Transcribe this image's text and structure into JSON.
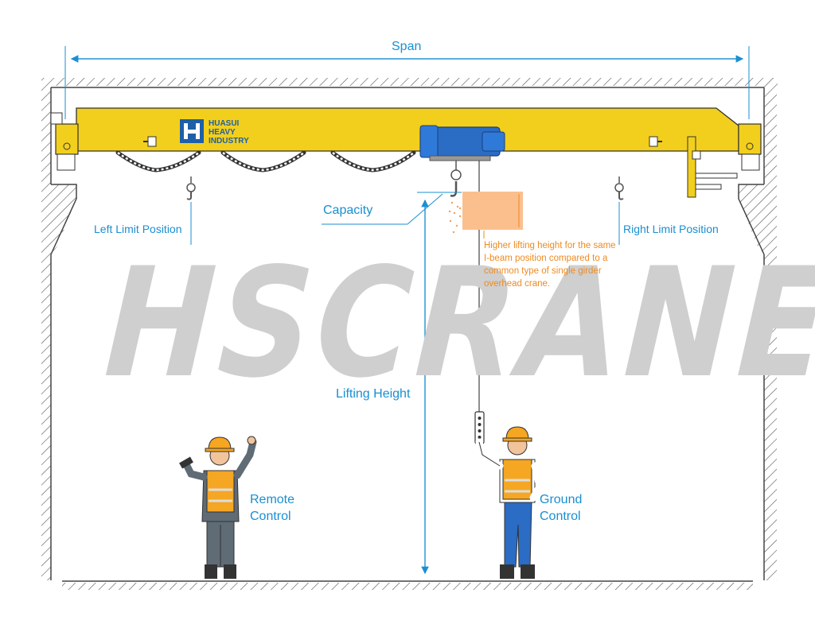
{
  "labels": {
    "span": "Span",
    "capacity": "Capacity",
    "left_limit": "Left Limit Position",
    "right_limit": "Right Limit Position",
    "lifting_height": "Lifting Height",
    "remote_control_line1": "Remote",
    "remote_control_line2": "Control",
    "ground_control_line1": "Ground",
    "ground_control_line2": "Control",
    "note": "Higher lifting height for the same I-beam position compared to a common type of single girder overhead crane."
  },
  "logo": {
    "line1": "HUASUI",
    "line2": "HEAVY",
    "line3": "INDUSTRY"
  },
  "watermark": "HSCRANE",
  "colors": {
    "girder": "#f2cf1d",
    "hoist": "#2b6cc4",
    "label_blue": "#1a8fd1",
    "note_orange": "#ef8a1f",
    "load_box": "#fbbf8e",
    "vest": "#f5a623",
    "helmet": "#f5a623"
  }
}
